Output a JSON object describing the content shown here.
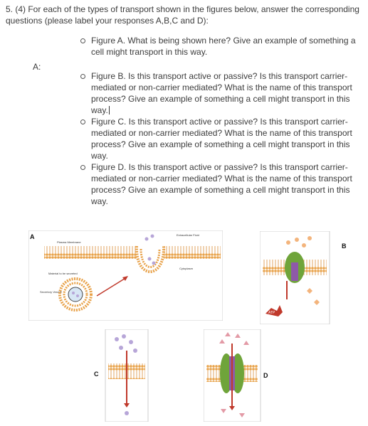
{
  "question": {
    "text": "5. (4) For each of the types of transport shown in the figures below, answer the corresponding questions (please label your responses A,B,C and D):"
  },
  "bullets_top": [
    {
      "text": "Figure A.  What is being shown here?  Give an example of something a cell might transport in this way."
    }
  ],
  "answer_label": "A:",
  "bullets_bottom": [
    {
      "text": "Figure B.  Is this transport active or passive?  Is this transport carrier-mediated or non-carrier mediated?  What is the name of this transport process?  Give an example of something a cell might transport in this way."
    },
    {
      "text": "Figure C.  Is this transport active or passive?  Is this transport carrier-mediated or non-carrier mediated?  What is the name of this transport process?  Give an example of something a cell might transport in this way."
    },
    {
      "text": "Figure D.  Is this transport active or passive?  Is this transport carrier-mediated or non-carrier mediated?  What is the name of this transport process?  Give an example of something a cell might transport in this way."
    }
  ],
  "figure_a": {
    "label": "A",
    "plasma_membrane": "Plasma Membrane",
    "material": "Material to be secreted",
    "vesicle": "Secretory Vesicle",
    "extracellular": "Extracellular Fluid",
    "cytoplasm": "Cytoplasm"
  },
  "figure_b": {
    "label": "B",
    "atp": "ATP"
  },
  "figure_c": {
    "label": "C"
  },
  "figure_d": {
    "label": "D"
  },
  "colors": {
    "membrane_head": "#e8a24a",
    "membrane_tail": "#d98c3a",
    "carrier_green": "#6fa43a",
    "carrier_purple": "#8e5aa8",
    "arrow_red": "#c0392b",
    "molecule_lilac": "#b7a6d8",
    "molecule_orange": "#f3b47c",
    "molecule_pink": "#e39aa6"
  }
}
